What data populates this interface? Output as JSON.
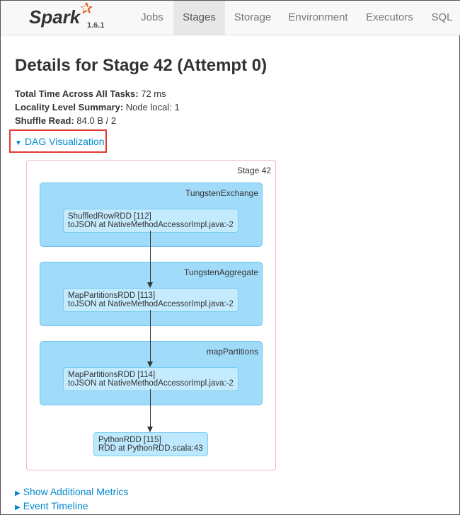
{
  "nav": {
    "brand": "Spark",
    "version": "1.6.1",
    "tabs": [
      "Jobs",
      "Stages",
      "Storage",
      "Environment",
      "Executors",
      "SQL"
    ],
    "active": "Stages"
  },
  "title": "Details for Stage 42 (Attempt 0)",
  "summary": [
    {
      "label": "Total Time Across All Tasks:",
      "value": "72 ms"
    },
    {
      "label": "Locality Level Summary:",
      "value": "Node local: 1"
    },
    {
      "label": "Shuffle Read:",
      "value": "84.0 B / 2"
    }
  ],
  "dag_link": "DAG Visualization",
  "dag": {
    "stage_label": "Stage 42",
    "clusters": [
      {
        "name": "TungstenExchange",
        "node": [
          "ShuffledRowRDD [112]",
          "toJSON at NativeMethodAccessorImpl.java:-2"
        ]
      },
      {
        "name": "TungstenAggregate",
        "node": [
          "MapPartitionsRDD [113]",
          "toJSON at NativeMethodAccessorImpl.java:-2"
        ]
      },
      {
        "name": "mapPartitions",
        "node": [
          "MapPartitionsRDD [114]",
          "toJSON at NativeMethodAccessorImpl.java:-2"
        ]
      }
    ],
    "final_node": [
      "PythonRDD [115]",
      "RDD at PythonRDD.scala:43"
    ]
  },
  "links": [
    "Show Additional Metrics",
    "Event Timeline"
  ],
  "colors": {
    "link": "#0088cc",
    "cluster": "#a0dcfa",
    "node": "#c4eafd",
    "highlight": "#e53935"
  }
}
